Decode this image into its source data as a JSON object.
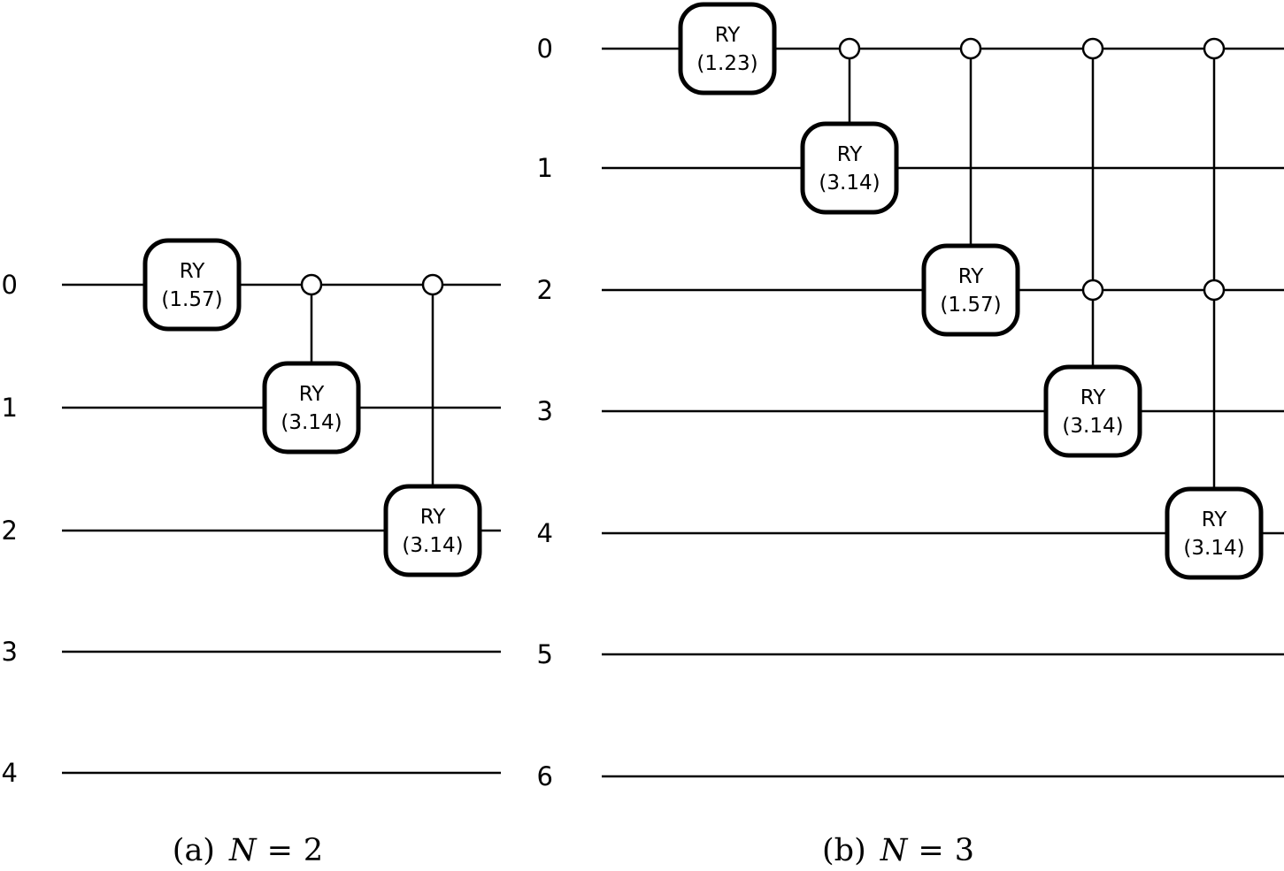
{
  "figure": {
    "background_color": "#ffffff",
    "line_color": "#000000",
    "gate_fill_color": "#ffffff",
    "gate_stroke_color": "#000000"
  },
  "circuits": [
    {
      "name": "circuit-a",
      "caption": {
        "index": "(a)",
        "variable": "N",
        "relation": "=",
        "value": "2"
      },
      "wire_labels": [
        "0",
        "1",
        "2",
        "3",
        "4"
      ],
      "gates": [
        {
          "name": "RY",
          "param": "(1.57)",
          "target_wire": 0,
          "column": 0,
          "control_wires": []
        },
        {
          "name": "RY",
          "param": "(3.14)",
          "target_wire": 1,
          "column": 1,
          "control_wires": [
            0
          ]
        },
        {
          "name": "RY",
          "param": "(3.14)",
          "target_wire": 2,
          "column": 2,
          "control_wires": [
            0
          ]
        }
      ]
    },
    {
      "name": "circuit-b",
      "caption": {
        "index": "(b)",
        "variable": "N",
        "relation": "=",
        "value": "3"
      },
      "wire_labels": [
        "0",
        "1",
        "2",
        "3",
        "4",
        "5",
        "6"
      ],
      "gates": [
        {
          "name": "RY",
          "param": "(1.23)",
          "target_wire": 0,
          "column": 0,
          "control_wires": []
        },
        {
          "name": "RY",
          "param": "(3.14)",
          "target_wire": 1,
          "column": 1,
          "control_wires": [
            0
          ]
        },
        {
          "name": "RY",
          "param": "(1.57)",
          "target_wire": 2,
          "column": 2,
          "control_wires": [
            0
          ]
        },
        {
          "name": "RY",
          "param": "(3.14)",
          "target_wire": 3,
          "column": 3,
          "control_wires": [
            0,
            2
          ]
        },
        {
          "name": "RY",
          "param": "(3.14)",
          "target_wire": 4,
          "column": 4,
          "control_wires": [
            0,
            2
          ]
        }
      ]
    }
  ]
}
